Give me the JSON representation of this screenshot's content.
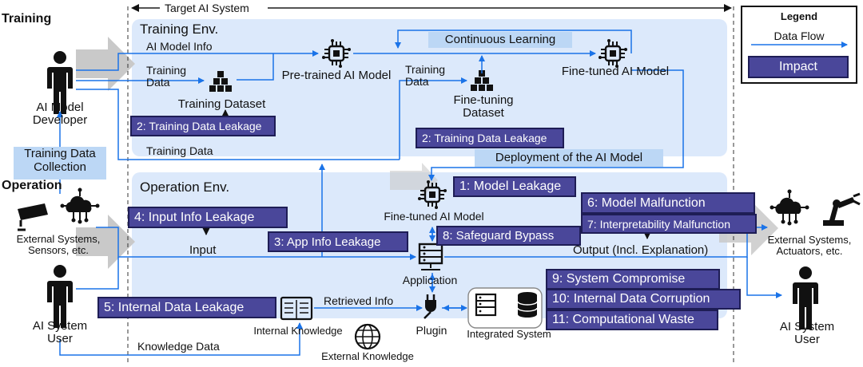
{
  "sections": {
    "training": "Training",
    "operation": "Operation",
    "target_system": "Target AI System",
    "training_env": "Training Env.",
    "operation_env": "Operation Env."
  },
  "legend": {
    "title": "Legend",
    "data_flow": "Data Flow",
    "impact": "Impact"
  },
  "actors": {
    "developer": [
      "AI Model",
      "Developer"
    ],
    "external_sensors": [
      "External Systems,",
      "Sensors, etc."
    ],
    "user_left": [
      "AI System",
      "User"
    ],
    "external_actuators": [
      "External Systems,",
      "Actuators, etc."
    ],
    "user_right": [
      "AI System",
      "User"
    ]
  },
  "components": {
    "pretrained_model": "Pre-trained AI Model",
    "finetuned_model_top": "Fine-tuned AI Model",
    "training_dataset": "Training Dataset",
    "finetuning_dataset": [
      "Fine-tuning",
      "Dataset"
    ],
    "finetuned_model_op": "Fine-tuned AI Model",
    "application": "Application",
    "plugin": "Plugin",
    "integrated_system": "Integrated System",
    "internal_knowledge": "Internal Knowledge",
    "external_knowledge": "External Knowledge"
  },
  "flows": {
    "ai_model_info": "AI Model Info",
    "training_data_1": [
      "Training",
      "Data"
    ],
    "training_data_2": [
      "Training",
      "Data"
    ],
    "training_data_bottom": "Training Data",
    "continuous_learning": "Continuous Learning",
    "deployment": "Deployment of the AI Model",
    "training_data_collection": [
      "Training Data",
      "Collection"
    ],
    "input": "Input",
    "output": "Output (Incl. Explanation)",
    "retrieved_info": "Retrieved Info",
    "knowledge_data": "Knowledge Data"
  },
  "impacts": {
    "i1": "1: Model Leakage",
    "i2a": "2: Training Data Leakage",
    "i2b": "2: Training Data Leakage",
    "i3": "3: App Info Leakage",
    "i4": "4: Input Info Leakage",
    "i5": "5: Internal Data Leakage",
    "i6": "6: Model Malfunction",
    "i7": "7: Interpretability Malfunction",
    "i8": "8: Safeguard Bypass",
    "i9": "9: System Compromise",
    "i10": "10: Internal Data Corruption",
    "i11": "11: Computational Waste"
  },
  "colors": {
    "env_fill": "#dce9fb",
    "flow": "#1a73e8",
    "impact_fill": "#4a479a",
    "impact_border": "#1e1d55",
    "note_fill": "#bcd7f5",
    "icon": "#111111"
  }
}
